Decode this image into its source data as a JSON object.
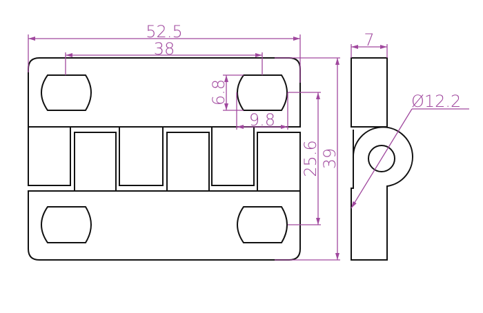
{
  "title": "Hinge technical drawing",
  "dimensions": {
    "overall_width": "52.5",
    "hole_spacing": "38",
    "slot_height": "6.8",
    "slot_width": "9.8",
    "hole_vertical_spacing": "25.6",
    "overall_height": "39",
    "thickness": "7",
    "knuckle_diameter": "Ø12.2"
  },
  "colors": {
    "outline": "#111111",
    "dimension": "#a0489e"
  }
}
